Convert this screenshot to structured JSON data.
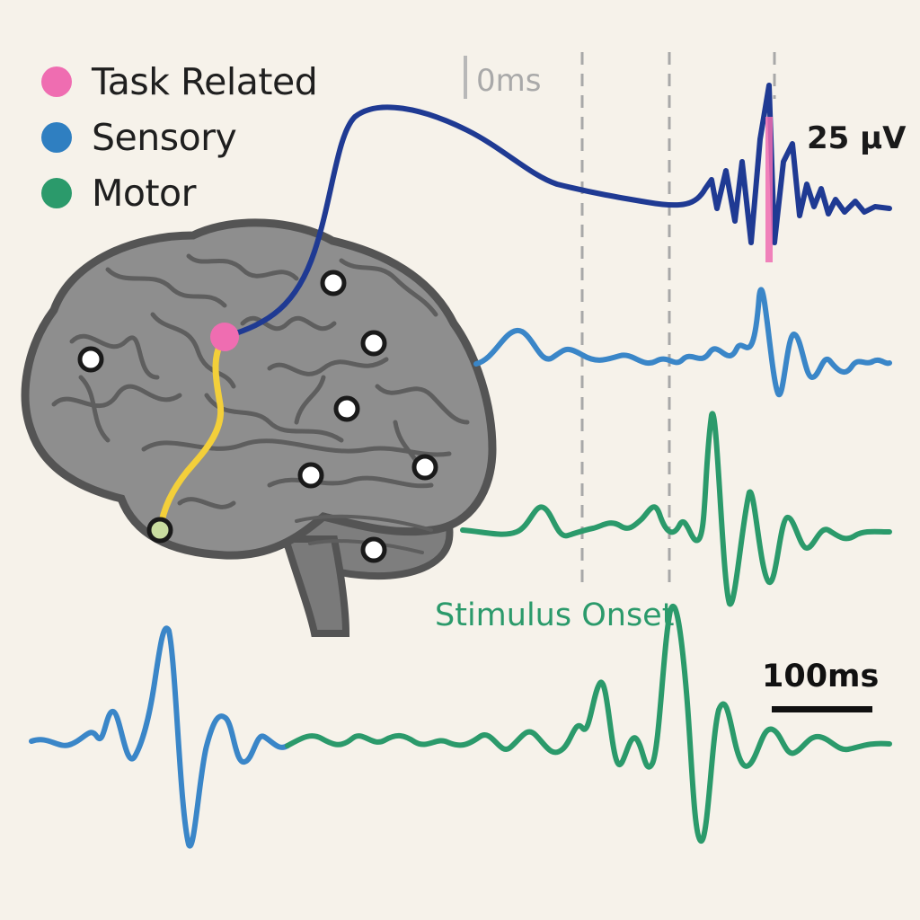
{
  "legend": {
    "items": [
      {
        "label": "Task Related",
        "color": "#ef6db1"
      },
      {
        "label": "Sensory",
        "color": "#2f7fc1"
      },
      {
        "label": "Motor",
        "color": "#2b9a6b"
      }
    ]
  },
  "annotations": {
    "zero_time": "0ms",
    "amplitude_scale": "25 µV",
    "stimulus_onset": "Stimulus Onset",
    "time_scale": "100ms"
  },
  "colors": {
    "background": "#f6f2ea",
    "brain_fill": "#8e8e8e",
    "brain_outline": "#555555",
    "task_trace": "#1f3a93",
    "sensory_trace": "#3a86c8",
    "motor_trace": "#2b9a6b",
    "electrode_highlight": "#ef6db1",
    "connection_line": "#f3cf3a",
    "electrode_end": "#c9dca0",
    "guide_line": "#a8a8a8"
  }
}
